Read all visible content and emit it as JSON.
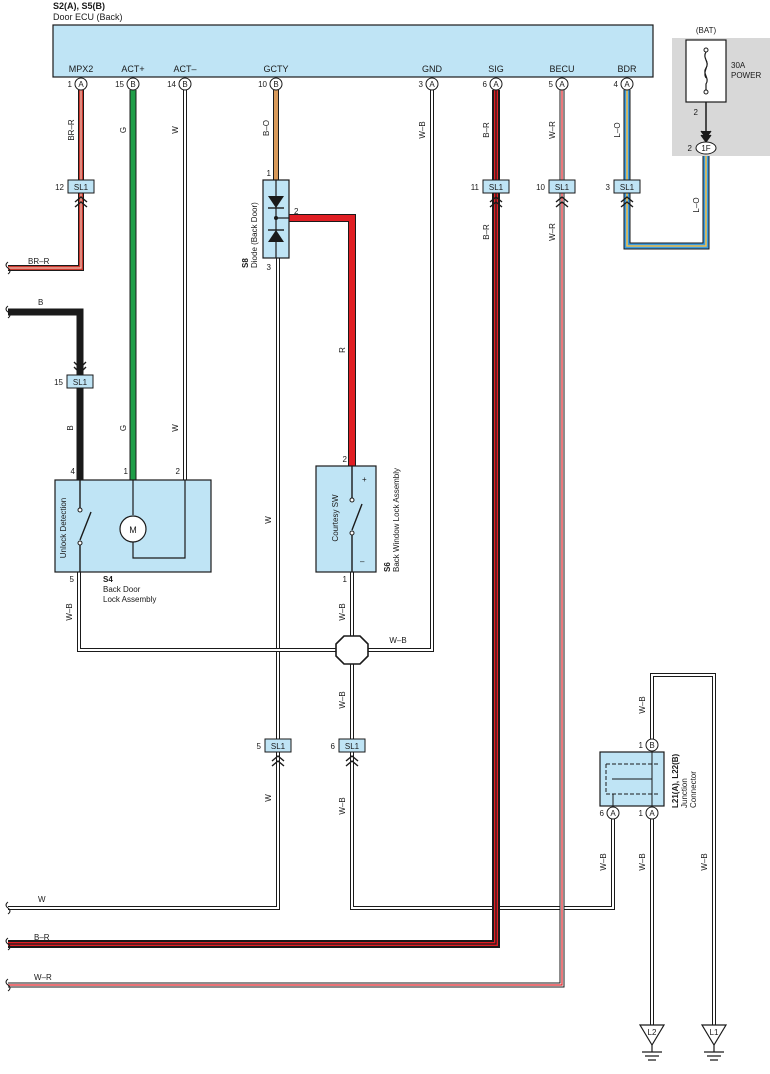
{
  "ecu": {
    "code": "S2(A), S5(B)",
    "name": "Door ECU (Back)",
    "terminals": [
      {
        "label": "MPX2",
        "pin": "1",
        "conn": "A",
        "wire": "BR–R",
        "sl1": "12",
        "color": "#c8372d",
        "stripe": "#e8a890"
      },
      {
        "label": "ACT+",
        "pin": "15",
        "conn": "B",
        "wire": "G",
        "color": "#1f9e48"
      },
      {
        "label": "ACT–",
        "pin": "14",
        "conn": "B",
        "wire": "W",
        "color": "#ffffff"
      },
      {
        "label": "GCTY",
        "pin": "10",
        "conn": "B",
        "wire": "B–O",
        "color": "#d99a5a"
      },
      {
        "label": "GND",
        "pin": "3",
        "conn": "A",
        "wire": "W–B",
        "color": "#ffffff"
      },
      {
        "label": "SIG",
        "pin": "6",
        "conn": "A",
        "wire": "B–R",
        "sl1": "11",
        "color": "#e01e24"
      },
      {
        "label": "BECU",
        "pin": "5",
        "conn": "A",
        "wire": "W–R",
        "sl1": "10",
        "color": "#f2b2b2"
      },
      {
        "label": "BDR",
        "pin": "4",
        "conn": "A",
        "wire": "L–O",
        "sl1": "3",
        "color": "#3b9be0",
        "stripe": "#f0c04c"
      }
    ]
  },
  "power": {
    "source": "(BAT)",
    "fuse": "30A POWER",
    "fuse_line1": "30A",
    "fuse_line2": "POWER",
    "pin_top": "2",
    "pin_conn": "2",
    "conn": "1F",
    "wire": "L–O"
  },
  "colors": {
    "box_fill": "#bfe4f5",
    "red": "#e01e24",
    "green": "#1f9e48",
    "black": "#1a1a1a",
    "orange": "#d99a5a",
    "blue": "#3b9be0",
    "power_bg": "#d8d8d8"
  },
  "sl1": "SL1",
  "left_wires": {
    "brr": "BR–R",
    "b": "B",
    "w": "W",
    "br": "B–R",
    "wr": "W–R"
  },
  "b_conn": {
    "pin": "15",
    "wire": "B"
  },
  "diode": {
    "code": "S8",
    "name": "Diode (Back Door)",
    "pin1": "1",
    "pin2": "2",
    "pin3": "3"
  },
  "r_wire": "R",
  "w_wire": "W",
  "lock": {
    "code": "S4",
    "name1": "Back Door",
    "name2": "Lock Assembly",
    "switch": "Unlock Detection",
    "motor": "M",
    "pin4": "4",
    "pin1": "1",
    "pin2": "2",
    "pin5": "5",
    "wire5": "W–B"
  },
  "window_lock": {
    "code": "S6",
    "name": "Back Window Lock Assembly",
    "switch": "Courtesy SW",
    "pin2": "2",
    "pin1": "1",
    "plus": "+",
    "minus": "–",
    "wire": "W–B"
  },
  "splice_wire": "W–B",
  "sl1_bottom": [
    {
      "pin": "5",
      "wire": "W"
    },
    {
      "pin": "6",
      "wire": "W–B"
    }
  ],
  "junction": {
    "code": "L21(A), L22(B)",
    "name1": "Junction",
    "name2": "Connector",
    "pin_b": "1",
    "conn_b": "B",
    "pin_a6": "6",
    "pin_a1": "1",
    "conn_a": "A",
    "wire": "W–B"
  },
  "grounds": [
    {
      "label": "L2"
    },
    {
      "label": "L1"
    }
  ]
}
